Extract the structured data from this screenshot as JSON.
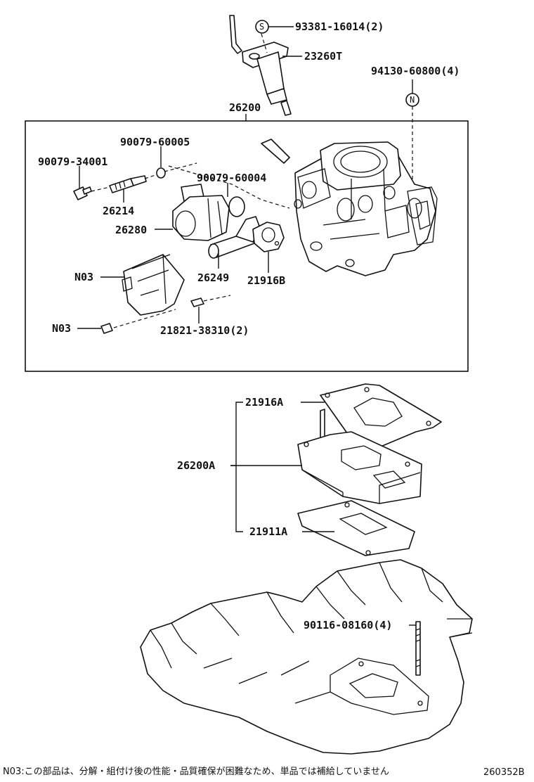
{
  "labels": {
    "p_93381": "93381-16014(2)",
    "p_23260": "23260T",
    "p_94130": "94130-60800(4)",
    "p_26200": "26200",
    "p_90079_60005": "90079-60005",
    "p_90079_34001": "90079-34001",
    "p_90079_60004": "90079-60004",
    "p_26214": "26214",
    "p_26280": "26280",
    "p_n03_a": "N03",
    "p_26249": "26249",
    "p_21916b": "21916B",
    "p_n03_b": "N03",
    "p_21821": "21821-38310(2)",
    "p_21916a": "21916A",
    "p_26200a": "26200A",
    "p_21911a": "21911A",
    "p_90116": "90116-08160(4)"
  },
  "symbols": {
    "s": "S",
    "n": "N"
  },
  "footer": {
    "note": "N03:この部品は、分解・組付け後の性能・品質確保が困難なため、単品では補給していません",
    "code": "260352B"
  }
}
